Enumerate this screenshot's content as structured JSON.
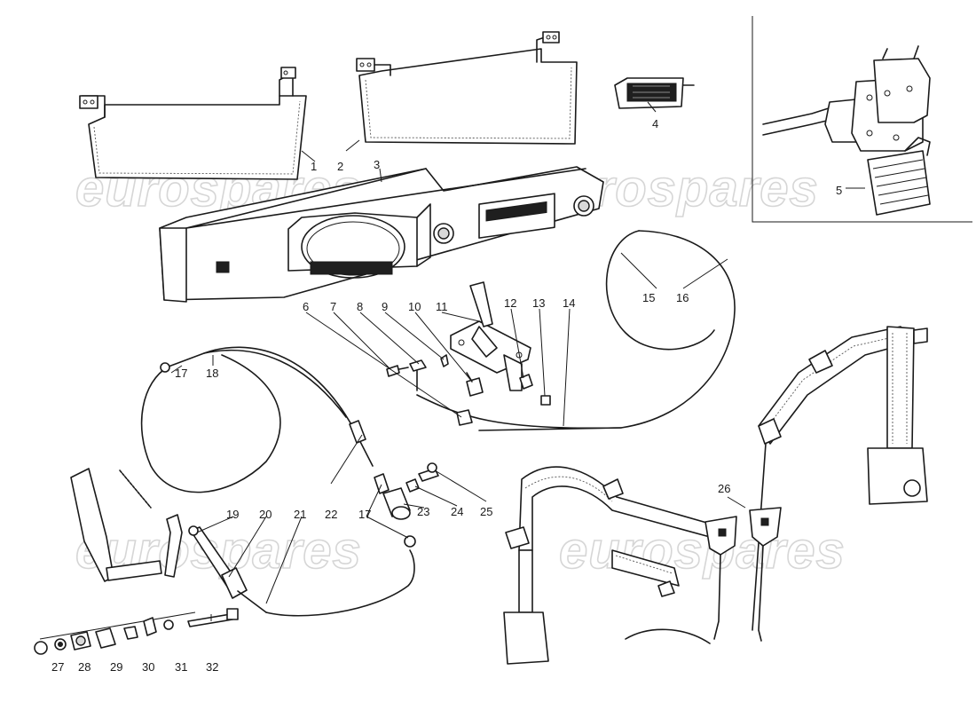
{
  "watermark": {
    "text": "eurospares"
  },
  "callouts": {
    "c1": "1",
    "c2": "2",
    "c3": "3",
    "c4": "4",
    "c5": "5",
    "c6": "6",
    "c7": "7",
    "c8": "8",
    "c9": "9",
    "c10": "10",
    "c11": "11",
    "c12": "12",
    "c13": "13",
    "c14": "14",
    "c15": "15",
    "c16": "16",
    "c17a": "17",
    "c17b": "17",
    "c18": "18",
    "c19": "19",
    "c20": "20",
    "c21": "21",
    "c22": "22",
    "c23": "23",
    "c24": "24",
    "c25": "25",
    "c26": "26",
    "c27": "27",
    "c28": "28",
    "c29": "29",
    "c30": "30",
    "c31": "31",
    "c32": "32"
  }
}
